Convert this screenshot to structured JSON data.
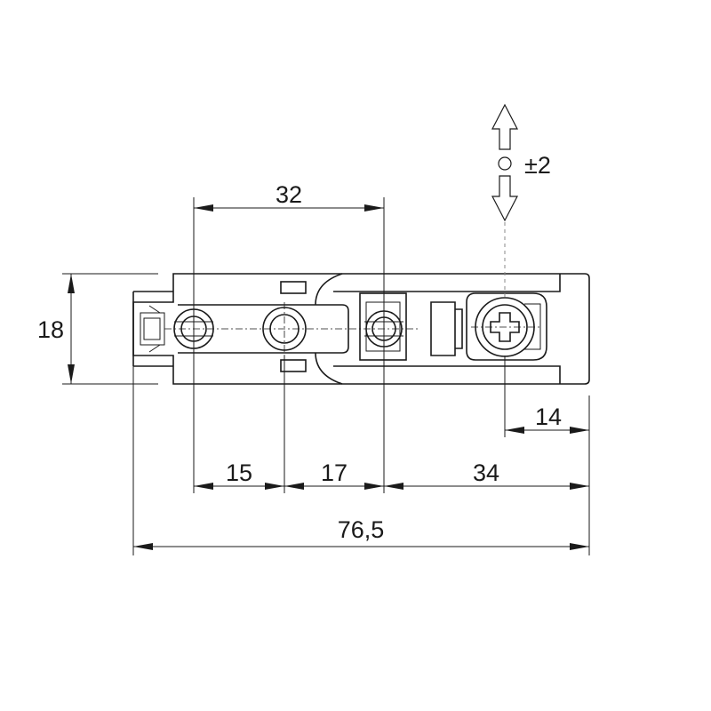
{
  "dimensions": {
    "hole_spacing": "32",
    "height": "18",
    "adjustment": "±2",
    "seg_a": "15",
    "seg_b": "17",
    "seg_c": "34",
    "screw_offset": "14",
    "overall_length": "76,5"
  }
}
